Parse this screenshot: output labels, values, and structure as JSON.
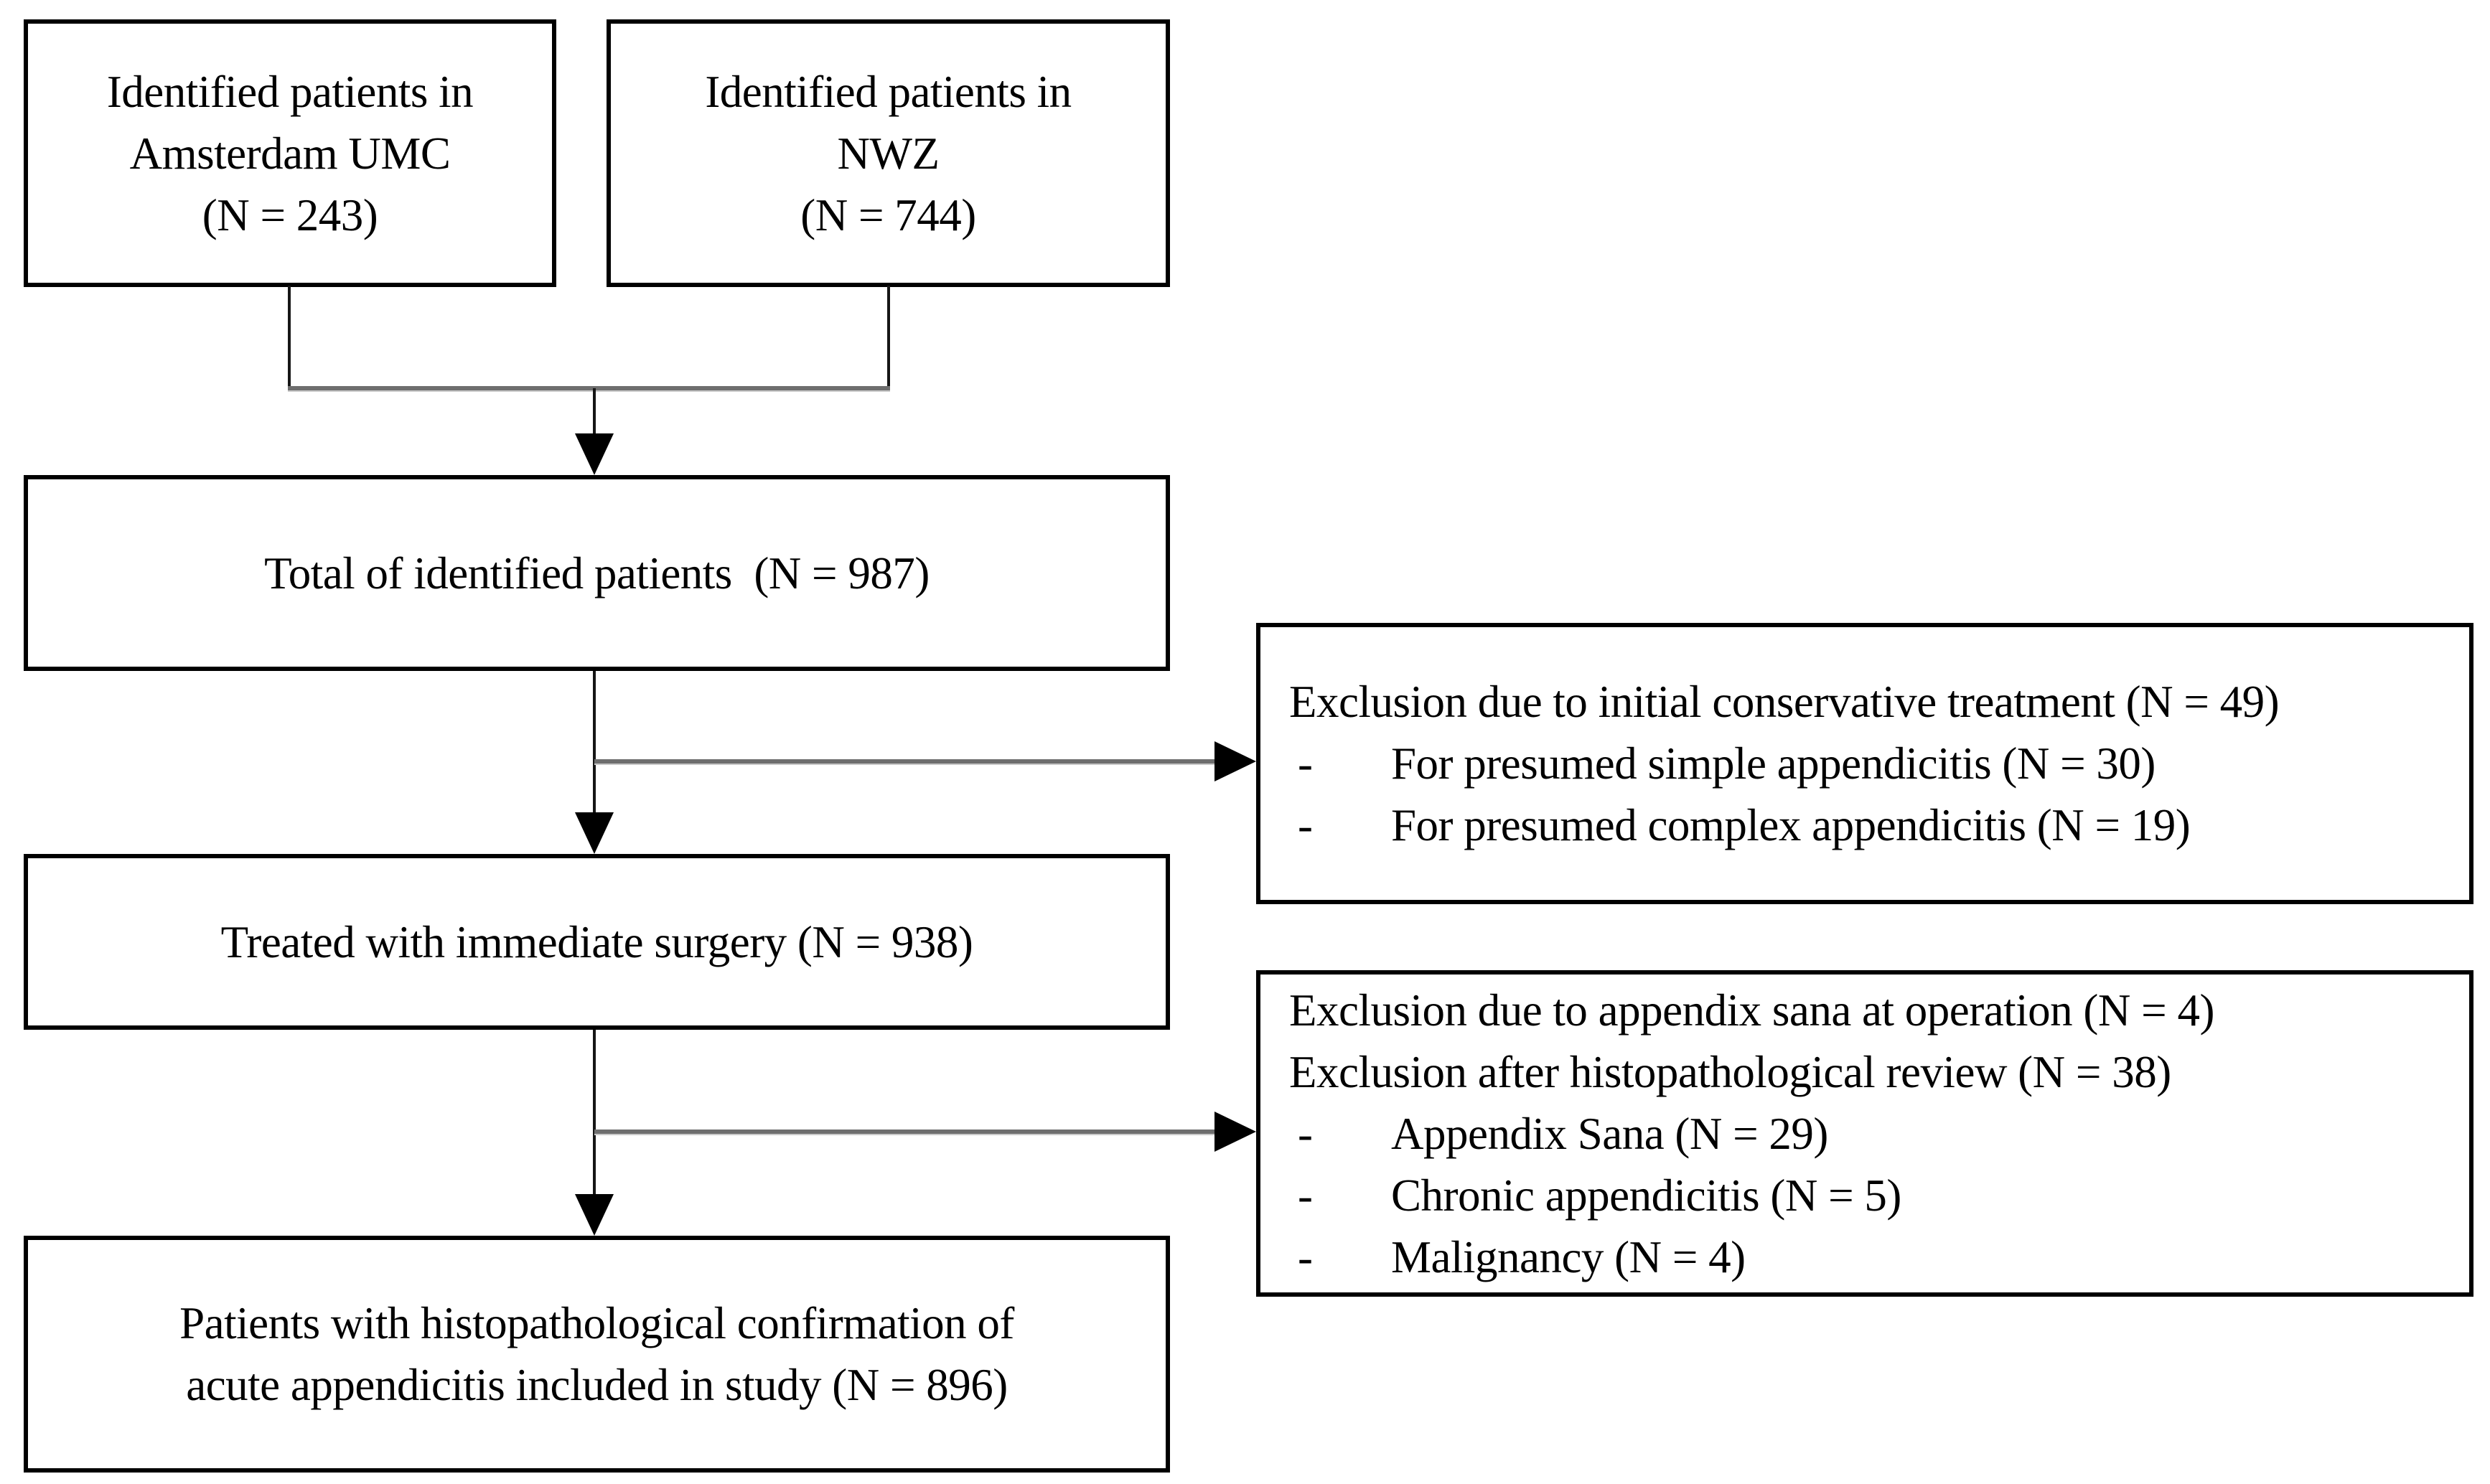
{
  "colors": {
    "text": "#000000",
    "box_border": "#000000",
    "background": "#ffffff",
    "connector_vertical": "#161616",
    "connector_horizontal": "#6e6e6e",
    "arrowhead": "#000000"
  },
  "bullet_marker": "-",
  "boxes": {
    "source_a": {
      "lines": [
        "Identified patients in",
        "Amsterdam UMC",
        "(N = 243)"
      ]
    },
    "source_b": {
      "lines": [
        "Identified patients in",
        "NWZ",
        "(N = 744)"
      ]
    },
    "total": {
      "text": "Total of identified patients  (N = 987)"
    },
    "treated": {
      "text": "Treated with immediate surgery (N = 938)"
    },
    "exclusion_conservative": {
      "title": "Exclusion due to initial conservative treatment (N = 49)",
      "bullets": [
        "For presumed simple appendicitis (N = 30)",
        "For presumed complex appendicitis (N = 19)"
      ]
    },
    "exclusion_pathology": {
      "title_lines": [
        "Exclusion due to appendix sana at operation (N = 4)",
        "Exclusion after histopathological review (N = 38)"
      ],
      "bullets": [
        "Appendix Sana (N = 29)",
        "Chronic appendicitis (N = 5)",
        "Malignancy (N = 4)"
      ]
    },
    "final": {
      "lines": [
        "Patients with histopathological confirmation of",
        "acute appendicitis included in study (N = 896)"
      ]
    }
  }
}
